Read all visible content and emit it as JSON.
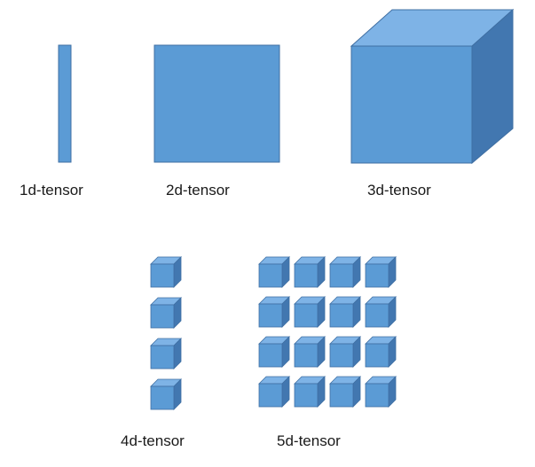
{
  "labels": {
    "tensor_1d": "1d-tensor",
    "tensor_2d": "2d-tensor",
    "tensor_3d": "3d-tensor",
    "tensor_4d": "4d-tensor",
    "tensor_5d": "5d-tensor"
  },
  "structure": {
    "tensor_4d_cubes": 4,
    "tensor_5d_grid": {
      "rows": 4,
      "cols": 4
    }
  },
  "colors": {
    "front": "#5b9bd5",
    "top": "#7eb3e6",
    "side": "#4277b0",
    "stroke": "#3f6fa3"
  }
}
